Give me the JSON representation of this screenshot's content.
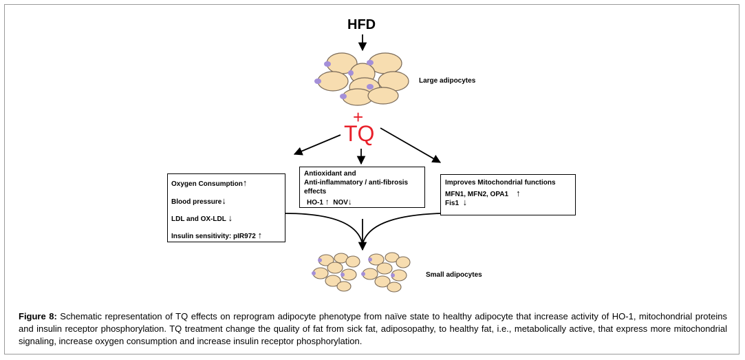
{
  "top_label": "HFD",
  "large_cells_label": "Large adipocytes",
  "plus_sign": "+",
  "tq_label": "TQ",
  "left_box": {
    "lines": [
      "Oxygen Consumption",
      "Blood pressure",
      "LDL and OX-LDL",
      "Insulin sensitivity: pIR972"
    ],
    "arrows": [
      "↑",
      "↓",
      "↓",
      "↑"
    ]
  },
  "middle_box": {
    "line1": "Antioxidant and",
    "line2": "Anti-inflammatory / anti-fibrosis",
    "line3": "effects",
    "ho1": "HO-1",
    "ho1_arrow": "↑",
    "nov": "NOV",
    "nov_arrow": "↓"
  },
  "right_box": {
    "line1": "Improves Mitochondrial functions",
    "line2": "MFN1, MFN2, OPA1",
    "line2_arrow": "↑",
    "line3": "Fis1",
    "line3_arrow": "↓"
  },
  "small_cells_label": "Small adipocytes",
  "caption": {
    "label": "Figure 8:",
    "text": "Schematic representation of TQ effects on reprogram adipocyte phenotype from naïve state to healthy adipocyte that increase activity of HO-1, mitochondrial proteins and insulin receptor phosphorylation. TQ treatment change the quality of fat from sick fat, adiposopathy, to healthy fat, i.e., metabolically active, that express more mitochondrial signaling, increase oxygen consumption and increase insulin receptor phosphorylation."
  },
  "colors": {
    "adipocyte_fill": "#f7ddb0",
    "adipocyte_stroke": "#7a6a58",
    "nucleus": "#a48fd8",
    "tq_red": "#e8202a"
  }
}
